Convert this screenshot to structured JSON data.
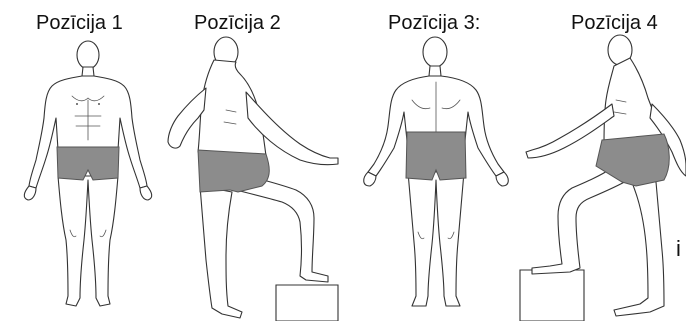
{
  "positions": [
    {
      "label": "Pozīcija 1"
    },
    {
      "label": "Pozīcija 2"
    },
    {
      "label": "Pozīcija 3:"
    },
    {
      "label": "Pozīcija 4"
    }
  ],
  "side_letter": "i",
  "colors": {
    "shorts": "#8c8c8c",
    "outline": "#333333",
    "background": "#ffffff"
  }
}
